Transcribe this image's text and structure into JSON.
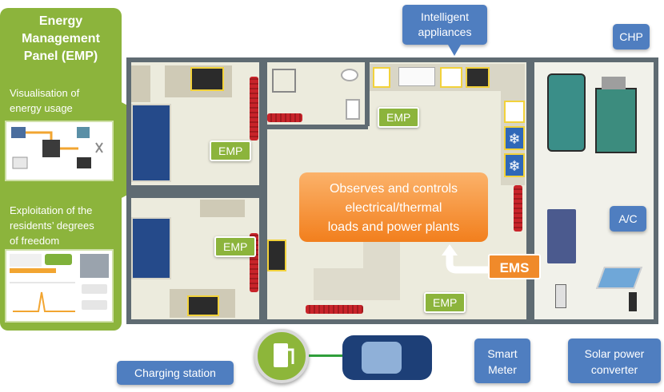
{
  "panel": {
    "title_line1": "Energy",
    "title_line2": "Management",
    "title_line3": "Panel (EMP)",
    "section1_line1": "Visualisation of",
    "section1_line2": "energy usage",
    "section2_line1": "Exploitation of the",
    "section2_line2": "residents’ degrees",
    "section2_line3": "of freedom"
  },
  "emp_label": "EMP",
  "ems": {
    "description_line1": "Observes and controls",
    "description_line2": "electrical/thermal",
    "description_line3": "loads and power plants",
    "label": "EMS"
  },
  "callouts": {
    "appliances_line1": "Intelligent",
    "appliances_line2": "appliances",
    "chp": "CHP",
    "ac": "A/C",
    "smart_meter_line1": "Smart",
    "smart_meter_line2": "Meter",
    "solar_line1": "Solar power",
    "solar_line2": "converter",
    "charging": "Charging station"
  },
  "colors": {
    "emp_green": "#8cb43c",
    "callout_blue": "#4f7ec0",
    "ems_orange": "#f08a2a",
    "wall_gray": "#5f6b72"
  }
}
